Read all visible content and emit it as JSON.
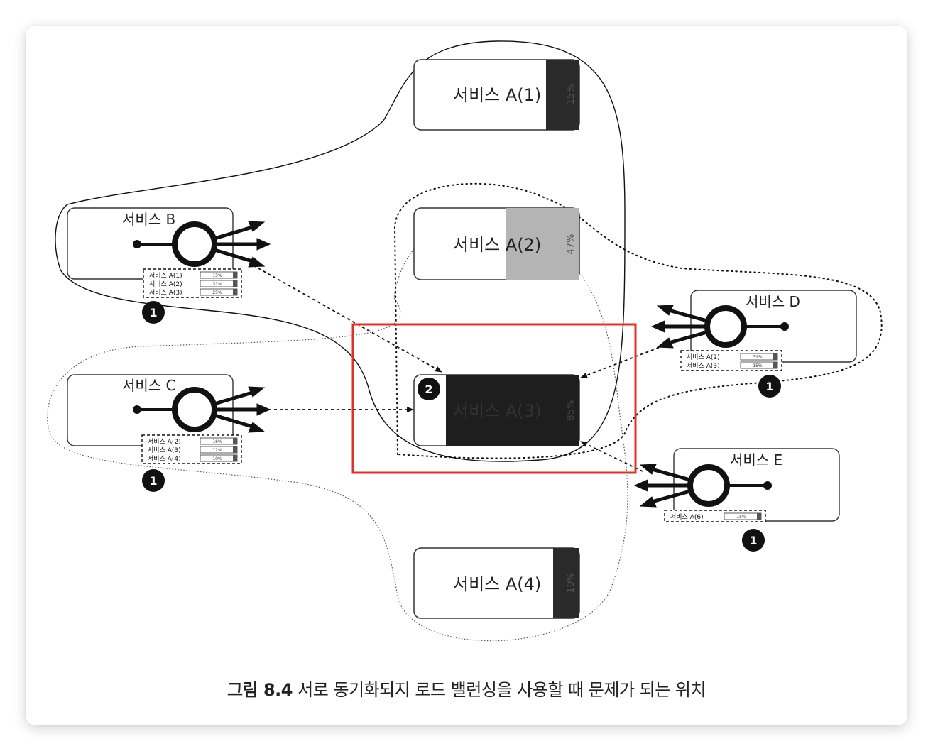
{
  "figure": {
    "caption_number": "그림 8.4",
    "caption_text": "서로 동기화되지 로드 밸런싱을 사용할 때 문제가 되는 위치"
  },
  "targets": [
    {
      "label": "서비스 A(1)",
      "load": "15%",
      "load_value": 0.15,
      "fill": "#2a2a2a"
    },
    {
      "label": "서비스 A(2)",
      "load": "47%",
      "load_value": 0.47,
      "fill": "#b4b4b4"
    },
    {
      "label": "서비스 A(3)",
      "load": "85%",
      "load_value": 0.85,
      "fill": "#1e1e1e"
    },
    {
      "label": "서비스 A(4)",
      "load": "10%",
      "load_value": 0.1,
      "fill": "#2a2a2a"
    }
  ],
  "clients": {
    "b": {
      "label": "서비스 B",
      "badge": "1",
      "table": [
        {
          "name": "서비스 A(1)",
          "pct": "15%"
        },
        {
          "name": "서비스 A(2)",
          "pct": "31%"
        },
        {
          "name": "서비스 A(3)",
          "pct": "25%"
        }
      ]
    },
    "c": {
      "label": "서비스 C",
      "badge": "1",
      "table": [
        {
          "name": "서비스 A(2)",
          "pct": "16%"
        },
        {
          "name": "서비스 A(3)",
          "pct": "12%"
        },
        {
          "name": "서비스 A(4)",
          "pct": "10%"
        }
      ]
    },
    "d": {
      "label": "서비스 D",
      "badge": "1",
      "table": [
        {
          "name": "서비스 A(2)",
          "pct": "31%"
        },
        {
          "name": "서비스 A(3)",
          "pct": "15%"
        }
      ]
    },
    "e": {
      "label": "서비스 E",
      "badge": "1",
      "table": [
        {
          "name": "서비스 A(6)",
          "pct": "15%"
        }
      ]
    }
  },
  "problem_badge": "2",
  "highlight_color": "#e0302a"
}
